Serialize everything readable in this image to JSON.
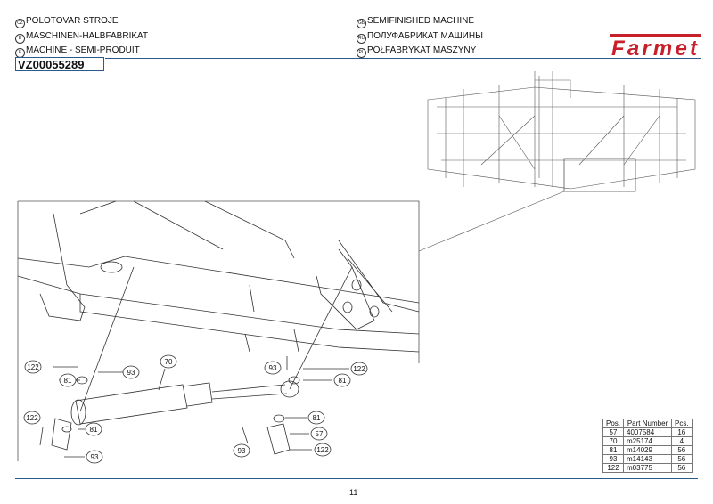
{
  "header": {
    "titles": [
      {
        "lang": "CZ",
        "text": "POLOTOVAR STROJE"
      },
      {
        "lang": "D",
        "text": "MASCHINEN-HALBFABRIKAT"
      },
      {
        "lang": "F",
        "text": "MACHINE - SEMI-PRODUIT"
      },
      {
        "lang": "GB",
        "text": "SEMIFINISHED MACHINE"
      },
      {
        "lang": "RU",
        "text": "ПОЛУФАБРИКАТ МАШИНЫ"
      },
      {
        "lang": "PL",
        "text": "PÓŁFABRYKAT MASZYNY"
      }
    ],
    "code": "VZ00055289",
    "logo": "Farmet",
    "logo_color": "#c8202a"
  },
  "callouts": [
    "122",
    "93",
    "70",
    "81",
    "122",
    "81",
    "93",
    "93",
    "122",
    "81",
    "81",
    "57",
    "93",
    "122"
  ],
  "parts_table": {
    "headers": [
      "Pos.",
      "Part Number",
      "Pcs."
    ],
    "rows": [
      [
        "57",
        "4007584",
        "16"
      ],
      [
        "70",
        "m25174",
        "4"
      ],
      [
        "81",
        "m14029",
        "56"
      ],
      [
        "93",
        "m14143",
        "56"
      ],
      [
        "122",
        "m03775",
        "56"
      ]
    ]
  },
  "footer": {
    "page": "11"
  }
}
